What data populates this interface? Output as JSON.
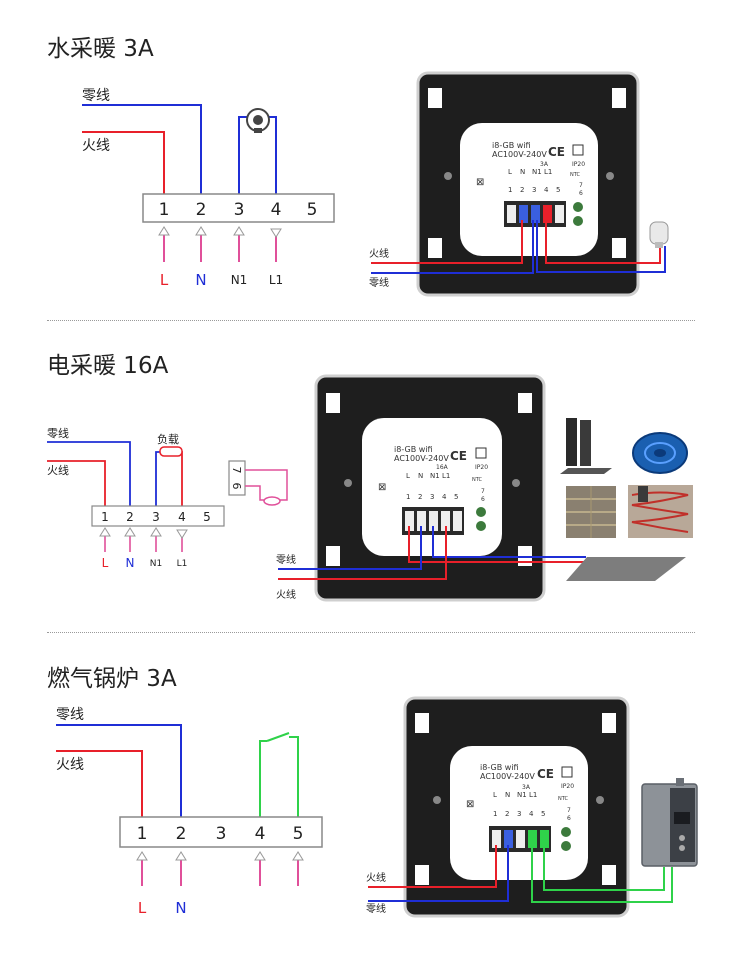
{
  "sections": [
    {
      "title": "水采暖 3A",
      "wire_labels": {
        "neutral": "零线",
        "live": "火线"
      },
      "terminals": [
        "1",
        "2",
        "3",
        "4",
        "5"
      ],
      "bottom_labels": [
        "L",
        "N",
        "N1",
        "L1"
      ],
      "photo_wire_labels": {
        "live": "火线",
        "neutral": "零线"
      },
      "panel": {
        "model": "i8-GB wifi",
        "voltage": "AC100V-240V",
        "rating": "3A",
        "ip": "IP20",
        "ntc": "NTC",
        "term_labels": [
          "L",
          "N",
          "N1",
          "L1"
        ],
        "term_numbers": [
          "1",
          "2",
          "3",
          "4",
          "5"
        ],
        "side_numbers": [
          "7",
          "6"
        ]
      }
    },
    {
      "title": "电采暖 16A",
      "wire_labels": {
        "neutral": "零线",
        "live": "火线",
        "load": "负载"
      },
      "terminals": [
        "1",
        "2",
        "3",
        "4",
        "5"
      ],
      "bottom_labels": [
        "L",
        "N",
        "N1",
        "L1"
      ],
      "sensor_terminals": [
        "7",
        "6"
      ],
      "photo_wire_labels": {
        "neutral": "零线",
        "live": "火线"
      },
      "panel": {
        "model": "i8-GB wifi",
        "voltage": "AC100V-240V",
        "rating": "16A",
        "ip": "IP20",
        "ntc": "NTC",
        "term_labels": [
          "L",
          "N",
          "N1",
          "L1"
        ],
        "term_numbers": [
          "1",
          "2",
          "3",
          "4",
          "5"
        ],
        "side_numbers": [
          "7",
          "6"
        ]
      }
    },
    {
      "title": "燃气锅炉 3A",
      "wire_labels": {
        "neutral": "零线",
        "live": "火线"
      },
      "terminals": [
        "1",
        "2",
        "3",
        "4",
        "5"
      ],
      "bottom_labels": [
        "L",
        "N"
      ],
      "photo_wire_labels": {
        "live": "火线",
        "neutral": "零线"
      },
      "panel": {
        "model": "i8-GB wifi",
        "voltage": "AC100V-240V",
        "rating": "3A",
        "ip": "IP20",
        "ntc": "NTC",
        "term_labels": [
          "L",
          "N",
          "N1",
          "L1"
        ],
        "term_numbers": [
          "1",
          "2",
          "3",
          "4",
          "5"
        ],
        "side_numbers": [
          "7",
          "6"
        ]
      }
    }
  ],
  "colors": {
    "live": "#e8202a",
    "neutral": "#1f2ed6",
    "control": "#2fd24a",
    "arrow": "#e0509a",
    "box": "#888888"
  }
}
